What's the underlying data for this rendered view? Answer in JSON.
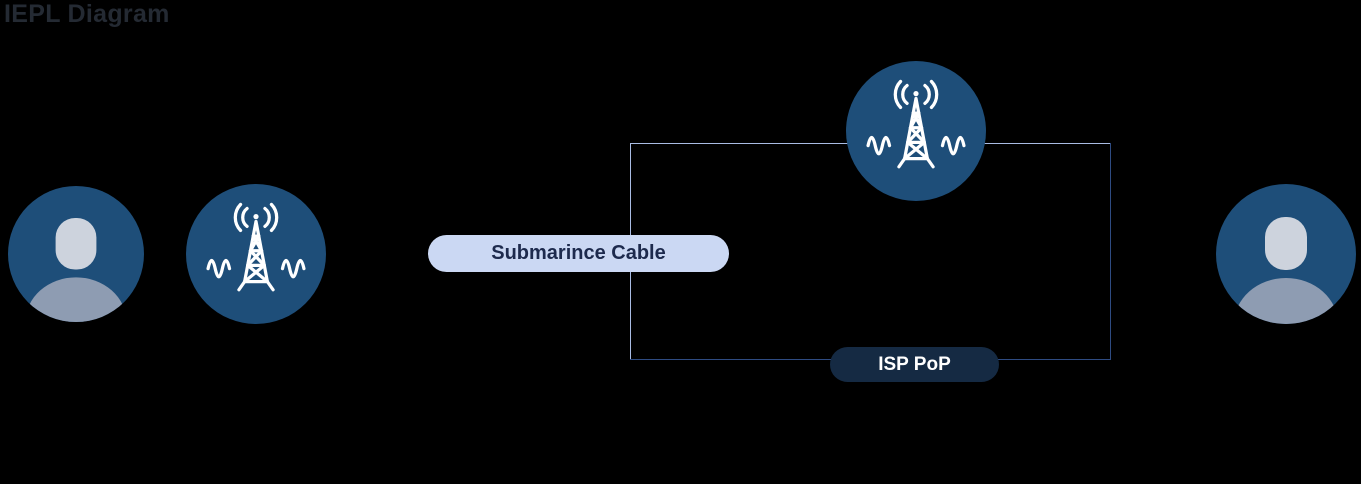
{
  "title": "IEPL Diagram",
  "labels": {
    "submarine_cable": "Submarince Cable",
    "isp_pop": "ISP PoP"
  },
  "nodes": [
    {
      "id": "user-left",
      "icon": "user-avatar-icon"
    },
    {
      "id": "signal-tower-left",
      "icon": "signal-tower-icon"
    },
    {
      "id": "signal-tower-top",
      "icon": "signal-tower-icon"
    },
    {
      "id": "user-right",
      "icon": "user-avatar-icon"
    }
  ],
  "colors": {
    "background": "#000000",
    "node_circle": "#1e4e79",
    "icon": "#ffffff",
    "cable_pill_bg": "#cbd8f3",
    "cable_pill_text": "#1d2a4d",
    "pop_pill_bg": "#152a43",
    "pop_pill_text": "#ffffff",
    "link_line_light": "#a9bce4",
    "link_line_dark": "#2e4b82",
    "title_text": "#242a33",
    "avatar_head": "#cdd3dd",
    "avatar_body": "#8e9cb2"
  }
}
